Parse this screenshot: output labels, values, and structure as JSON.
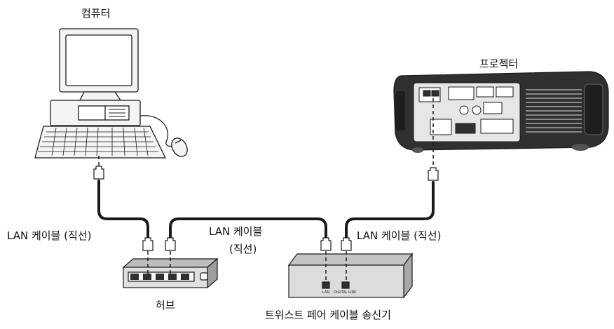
{
  "labels": {
    "computer": "컴퓨터",
    "projector": "프로젝터",
    "hub": "허브",
    "transmitter": "트위스트 페어 케이블 송신기",
    "cable_left": "LAN 케이블 (직선)",
    "cable_middle_line1": "LAN 케이블",
    "cable_middle_line2": "(직선)",
    "cable_right": "LAN 케이블 (직선)",
    "transmitter_port_lan": "LAN",
    "transmitter_port_digital_link": "DIGITAL LINK"
  },
  "colors": {
    "line": "#1a1a1a",
    "device_fill": "#f2f2f2",
    "transmitter_fill": "#dcdcdc",
    "projector_dark": "#2a2a2a"
  }
}
